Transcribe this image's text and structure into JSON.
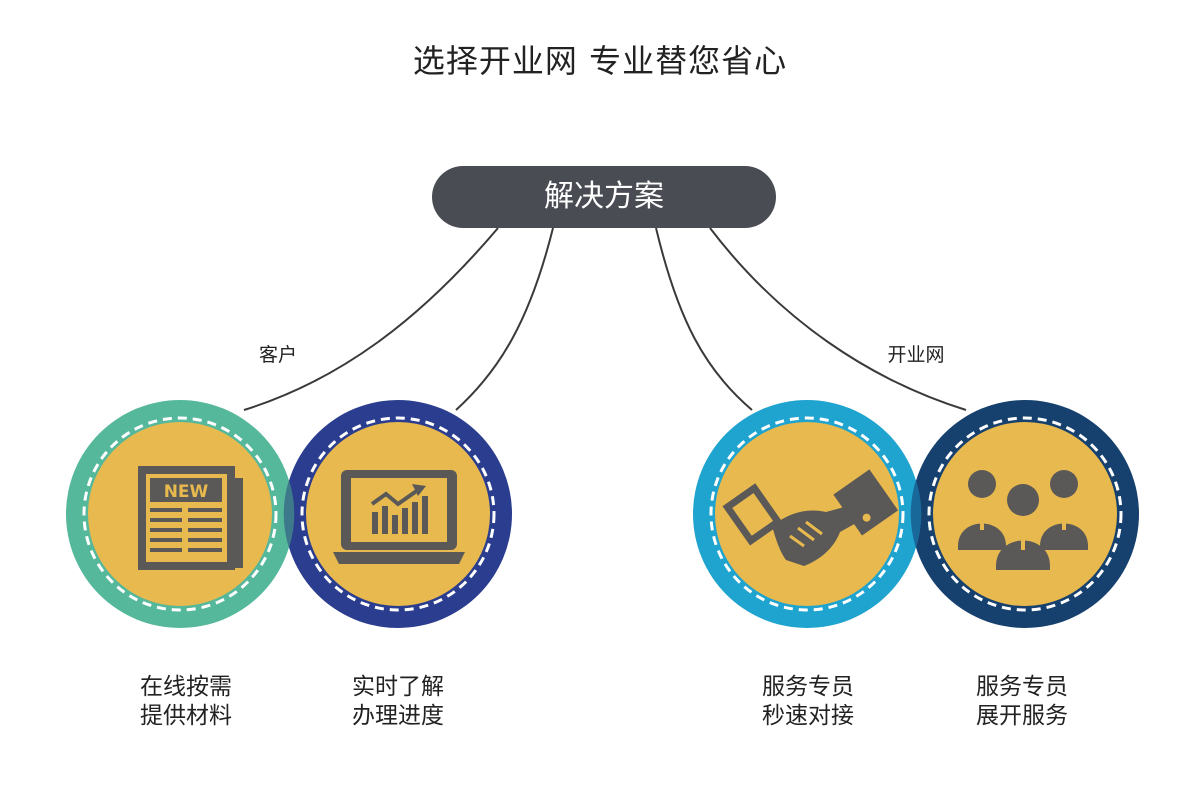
{
  "header": {
    "title": "选择开业网 专业替您省心"
  },
  "center": {
    "label": "解决方案"
  },
  "groups": [
    {
      "label": "客户"
    },
    {
      "label": "开业网"
    }
  ],
  "items": [
    {
      "line1": "在线按需",
      "line2": "提供材料",
      "icon": "newspaper-icon",
      "ring_color": "#56b89b"
    },
    {
      "line1": "实时了解",
      "line2": "办理进度",
      "icon": "laptop-chart-icon",
      "ring_color": "#2b3d8e"
    },
    {
      "line1": "服务专员",
      "line2": "秒速对接",
      "icon": "handshake-icon",
      "ring_color": "#1fa3cf"
    },
    {
      "line1": "服务专员",
      "line2": "展开服务",
      "icon": "team-icon",
      "ring_color": "#16406e"
    }
  ],
  "colors": {
    "pill": "#4a4c53",
    "circle_fill": "#e7b94e",
    "icon": "#5a5957",
    "connector": "#3a3a3a"
  }
}
